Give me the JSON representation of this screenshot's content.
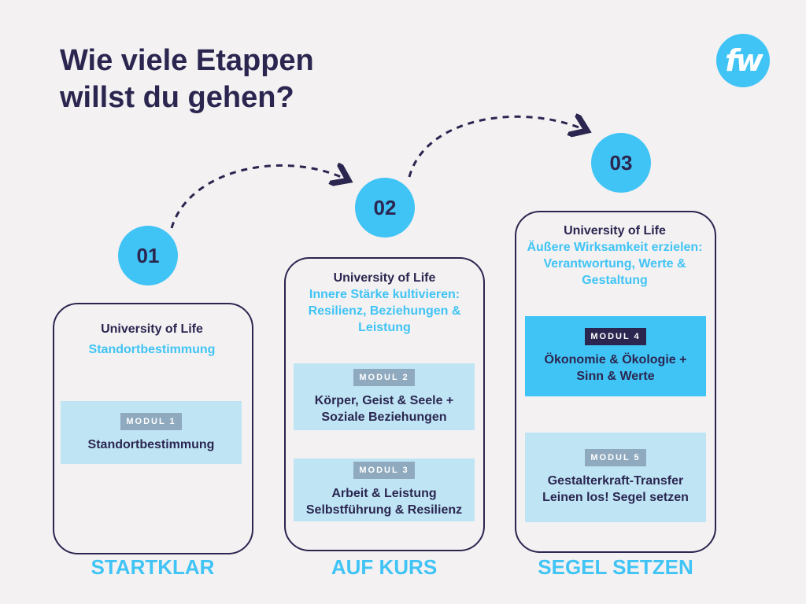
{
  "title": {
    "line1": "Wie viele Etappen",
    "line2": "willst du gehen?"
  },
  "logo": "fw",
  "stages": [
    {
      "number": "01",
      "heading": "University of Life",
      "subtitle": "Standortbestimmung",
      "label": "STARTKLAR"
    },
    {
      "number": "02",
      "heading": "University of Life",
      "subtitle": "Innere Stärke kultivieren: Resilienz, Beziehungen & Leistung",
      "label": "AUF KURS"
    },
    {
      "number": "03",
      "heading": "University of Life",
      "subtitle": "Äußere Wirksamkeit erzielen: Verantwortung, Werte & Gestaltung",
      "label": "SEGEL SETZEN"
    }
  ],
  "modules": [
    {
      "badge": "MODUL 1",
      "line1": "Standortbestimmung",
      "line2": ""
    },
    {
      "badge": "MODUL 2",
      "line1": "Körper, Geist & Seele +",
      "line2": "Soziale Beziehungen"
    },
    {
      "badge": "MODUL 3",
      "line1": "Arbeit & Leistung",
      "line2": "Selbstführung & Resilienz"
    },
    {
      "badge": "MODUL 4",
      "line1": "Ökonomie & Ökologie +",
      "line2": "Sinn & Werte"
    },
    {
      "badge": "MODUL 5",
      "line1": "Gestalterkraft-Transfer",
      "line2": "Leinen los! Segel setzen"
    }
  ],
  "colors": {
    "dark": "#2b2650",
    "accent": "#40c4f5",
    "light": "#bfe5f5"
  }
}
